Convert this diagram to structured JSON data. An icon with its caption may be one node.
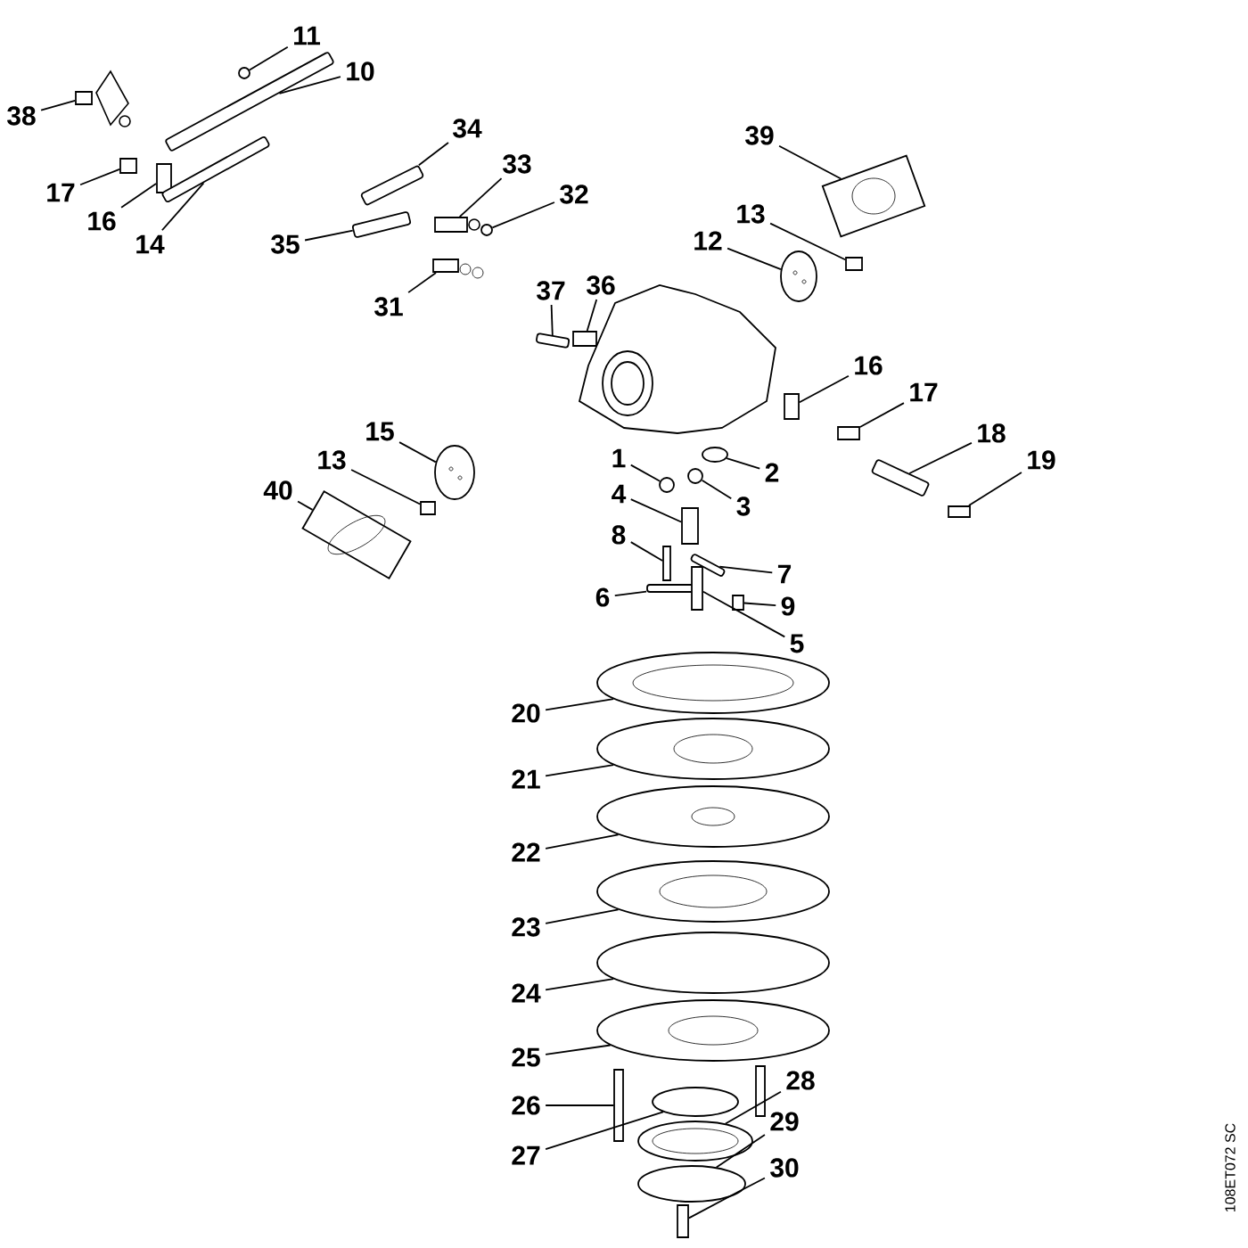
{
  "diagram": {
    "nodes": [
      {
        "text": [
          "11"
        ]
      },
      {
        "text": [
          "10"
        ]
      },
      {
        "text": [
          "38"
        ]
      },
      {
        "text": [
          "17"
        ]
      },
      {
        "text": [
          "16"
        ]
      },
      {
        "text": [
          "14"
        ]
      },
      {
        "text": [
          "34"
        ]
      },
      {
        "text": [
          "35"
        ]
      },
      {
        "text": [
          "33"
        ]
      },
      {
        "text": [
          "32"
        ]
      },
      {
        "text": [
          "31"
        ]
      },
      {
        "text": [
          "37"
        ]
      },
      {
        "text": [
          "36"
        ]
      },
      {
        "text": [
          "39"
        ]
      },
      {
        "text": [
          "13"
        ]
      },
      {
        "text": [
          "12"
        ]
      },
      {
        "text": [
          "16"
        ]
      },
      {
        "text": [
          "17"
        ]
      },
      {
        "text": [
          "18"
        ]
      },
      {
        "text": [
          "19"
        ]
      },
      {
        "text": [
          "15"
        ]
      },
      {
        "text": [
          "13"
        ]
      },
      {
        "text": [
          "40"
        ]
      },
      {
        "text": [
          "1"
        ]
      },
      {
        "text": [
          "2"
        ]
      },
      {
        "text": [
          "3"
        ]
      },
      {
        "text": [
          "4"
        ]
      },
      {
        "text": [
          "8"
        ]
      },
      {
        "text": [
          "7"
        ]
      },
      {
        "text": [
          "6"
        ]
      },
      {
        "text": [
          "9"
        ]
      },
      {
        "text": [
          "5"
        ]
      },
      {
        "text": [
          "20"
        ]
      },
      {
        "text": [
          "21"
        ]
      },
      {
        "text": [
          "22"
        ]
      },
      {
        "text": [
          "23"
        ]
      },
      {
        "text": [
          "24"
        ]
      },
      {
        "text": [
          "25"
        ]
      },
      {
        "text": [
          "26"
        ]
      },
      {
        "text": [
          "27"
        ]
      },
      {
        "text": [
          "28"
        ]
      },
      {
        "text": [
          "29"
        ]
      },
      {
        "text": [
          "30"
        ]
      },
      {
        "text": [],
        "shape": "circle"
      },
      {
        "text": [],
        "shape": "bar"
      },
      {
        "text": [],
        "shape": "box"
      },
      {
        "text": [],
        "shape": "box"
      },
      {
        "text": [],
        "shape": "box"
      },
      {
        "text": [],
        "shape": "bar"
      },
      {
        "text": [],
        "shape": "bar"
      },
      {
        "text": [],
        "shape": "bar"
      },
      {
        "text": [],
        "shape": "box"
      },
      {
        "text": [],
        "shape": "circle"
      },
      {
        "text": [],
        "shape": "box"
      },
      {
        "text": [],
        "shape": "bar"
      },
      {
        "text": [],
        "shape": "box"
      },
      {
        "text": [],
        "shape": "box"
      },
      {
        "text": [],
        "shape": "box"
      },
      {
        "text": [],
        "shape": "ellipse"
      },
      {
        "text": [],
        "shape": "box"
      },
      {
        "text": [],
        "shape": "box"
      },
      {
        "text": [],
        "shape": "bar"
      },
      {
        "text": [],
        "shape": "box"
      },
      {
        "text": [],
        "shape": "ellipse"
      },
      {
        "text": [],
        "shape": "box"
      },
      {
        "text": [],
        "shape": "box"
      },
      {
        "text": [],
        "shape": "circle"
      },
      {
        "text": [],
        "shape": "ellipse"
      },
      {
        "text": [],
        "shape": "circle"
      },
      {
        "text": [],
        "shape": "box"
      },
      {
        "text": [],
        "shape": "box"
      },
      {
        "text": [],
        "shape": "bar"
      },
      {
        "text": [],
        "shape": "bar"
      },
      {
        "text": [],
        "shape": "box"
      },
      {
        "text": [],
        "shape": "box"
      },
      {
        "text": [],
        "shape": "ellipse"
      },
      {
        "text": [],
        "shape": "ellipse"
      },
      {
        "text": [],
        "shape": "ellipse"
      },
      {
        "text": [],
        "shape": "ellipse"
      },
      {
        "text": [],
        "shape": "ellipse"
      },
      {
        "text": [],
        "shape": "ellipse"
      },
      {
        "text": [],
        "shape": "box"
      },
      {
        "text": [],
        "shape": "ellipse"
      },
      {
        "text": [],
        "shape": "ellipse"
      },
      {
        "text": [],
        "shape": "ellipse"
      },
      {
        "text": [],
        "shape": "box"
      }
    ],
    "edges": [
      {
        "from": 0,
        "to": 43,
        "arrow": "none"
      },
      {
        "from": 1,
        "to": 44,
        "arrow": "none"
      },
      {
        "from": 2,
        "to": 45,
        "arrow": "none"
      },
      {
        "from": 3,
        "to": 46,
        "arrow": "none"
      },
      {
        "from": 4,
        "to": 47,
        "arrow": "none"
      },
      {
        "from": 5,
        "to": 48,
        "arrow": "none"
      },
      {
        "from": 6,
        "to": 49,
        "arrow": "none"
      },
      {
        "from": 7,
        "to": 50,
        "arrow": "none"
      },
      {
        "from": 8,
        "to": 51,
        "arrow": "none"
      },
      {
        "from": 9,
        "to": 52,
        "arrow": "none"
      },
      {
        "from": 10,
        "to": 53,
        "arrow": "none"
      },
      {
        "from": 11,
        "to": 54,
        "arrow": "none"
      },
      {
        "from": 12,
        "to": 55,
        "arrow": "none"
      },
      {
        "from": 13,
        "to": 56,
        "arrow": "none"
      },
      {
        "from": 14,
        "to": 57,
        "arrow": "none"
      },
      {
        "from": 15,
        "to": 58,
        "arrow": "none"
      },
      {
        "from": 16,
        "to": 59,
        "arrow": "none"
      },
      {
        "from": 17,
        "to": 60,
        "arrow": "none"
      },
      {
        "from": 18,
        "to": 61,
        "arrow": "none"
      },
      {
        "from": 19,
        "to": 62,
        "arrow": "none"
      },
      {
        "from": 20,
        "to": 63,
        "arrow": "none"
      },
      {
        "from": 21,
        "to": 64,
        "arrow": "none"
      },
      {
        "from": 22,
        "to": 65,
        "arrow": "none"
      },
      {
        "from": 23,
        "to": 66,
        "arrow": "none"
      },
      {
        "from": 24,
        "to": 67,
        "arrow": "none"
      },
      {
        "from": 25,
        "to": 68,
        "arrow": "none"
      },
      {
        "from": 26,
        "to": 69,
        "arrow": "none"
      },
      {
        "from": 27,
        "to": 70,
        "arrow": "none"
      },
      {
        "from": 28,
        "to": 71,
        "arrow": "none"
      },
      {
        "from": 29,
        "to": 72,
        "arrow": "none"
      },
      {
        "from": 30,
        "to": 73,
        "arrow": "none"
      },
      {
        "from": 31,
        "to": 74,
        "arrow": "none"
      },
      {
        "from": 32,
        "to": 75,
        "arrow": "none"
      },
      {
        "from": 33,
        "to": 76,
        "arrow": "none"
      },
      {
        "from": 34,
        "to": 77,
        "arrow": "none"
      },
      {
        "from": 35,
        "to": 78,
        "arrow": "none"
      },
      {
        "from": 36,
        "to": 79,
        "arrow": "none"
      },
      {
        "from": 37,
        "to": 80,
        "arrow": "none"
      },
      {
        "from": 38,
        "to": 81,
        "arrow": "none"
      },
      {
        "from": 39,
        "to": 82,
        "arrow": "none"
      },
      {
        "from": 40,
        "to": 83,
        "arrow": "none"
      },
      {
        "from": 41,
        "to": 84,
        "arrow": "none"
      },
      {
        "from": 42,
        "to": 85,
        "arrow": "none"
      }
    ],
    "labels": [
      "108ET072 SC"
    ]
  }
}
